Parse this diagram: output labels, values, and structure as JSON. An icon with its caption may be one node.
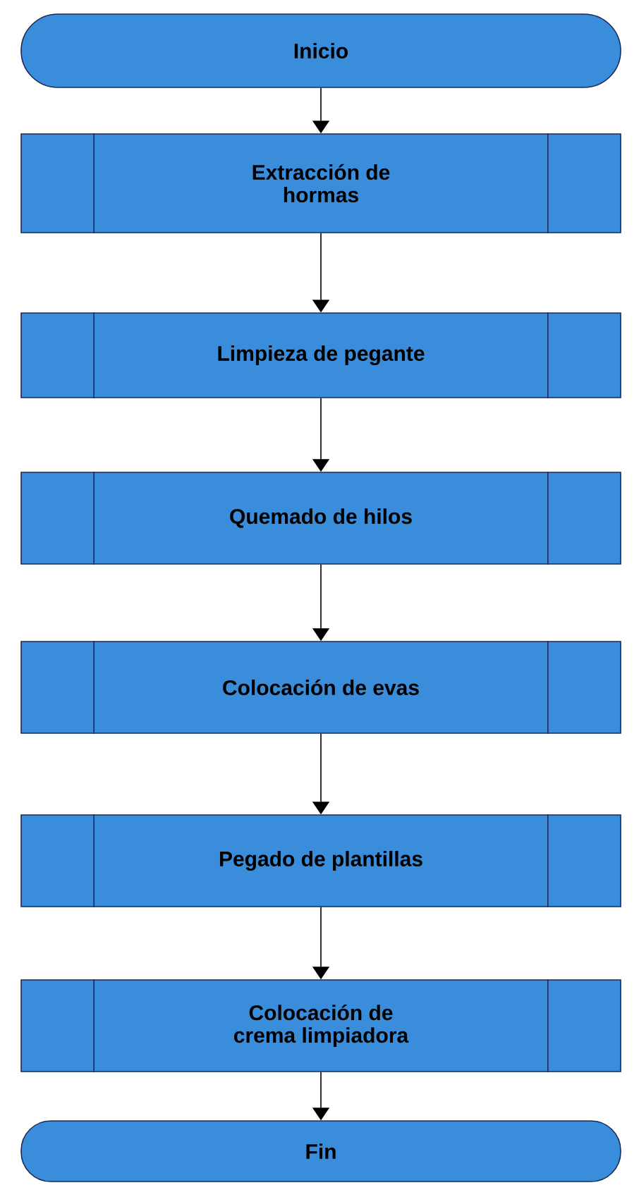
{
  "diagram": {
    "nodes": [
      {
        "text": [
          "Inicio"
        ]
      },
      {
        "text": [
          "Extracción de hormas"
        ]
      },
      {
        "text": [
          "Limpieza de pegante"
        ]
      },
      {
        "text": [
          "Quemado de hilos"
        ]
      },
      {
        "text": [
          "Colocación de evas"
        ]
      },
      {
        "text": [
          "Pegado de plantillas"
        ]
      },
      {
        "text": [
          "Colocación de crema limpiadora"
        ]
      },
      {
        "text": [
          "Fin"
        ]
      }
    ],
    "edges": [
      {
        "from": 0,
        "to": 1,
        "arrow": "to"
      },
      {
        "from": 1,
        "to": 2,
        "arrow": "to"
      },
      {
        "from": 2,
        "to": 3,
        "arrow": "to"
      },
      {
        "from": 3,
        "to": 4,
        "arrow": "to"
      },
      {
        "from": 4,
        "to": 5,
        "arrow": "to"
      },
      {
        "from": 5,
        "to": 6,
        "arrow": "to"
      },
      {
        "from": 6,
        "to": 7,
        "arrow": "to"
      }
    ]
  }
}
